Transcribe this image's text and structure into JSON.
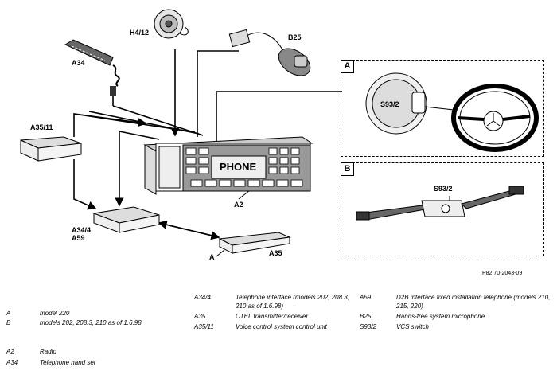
{
  "diagram": {
    "labels": {
      "h4_12": "H4/12",
      "b25": "B25",
      "a34": "A34",
      "a35_11": "A35/11",
      "a34_4": "A34/4",
      "a59": "A59",
      "a2": "A2",
      "a": "A",
      "a35": "A35",
      "s93_2_a": "S93/2",
      "s93_2_b": "S93/2",
      "panel_a": "A",
      "panel_b": "B",
      "display": "PHONE"
    },
    "reference": "P82.70-2043-09"
  },
  "legend": {
    "col1": [
      {
        "key": "A",
        "value": "model 220"
      },
      {
        "key": "B",
        "value": "models 202, 208.3, 210 as of 1.6.98"
      },
      {
        "key": "A2",
        "value": "Radio"
      },
      {
        "key": "A34",
        "value": "Telephone hand set"
      }
    ],
    "col2": [
      {
        "key": "A34/4",
        "value": "Telephone interface (models 202, 208.3, 210 as of 1.6.98)"
      },
      {
        "key": "A35",
        "value": "CTEL transmitter/receiver"
      },
      {
        "key": "A35/11",
        "value": "Voice control system control unit"
      }
    ],
    "col3": [
      {
        "key": "A59",
        "value": "D2B interface fixed installation telephone (models 210, 215, 220)"
      },
      {
        "key": "B25",
        "value": "Hands-free system microphone"
      },
      {
        "key": "S93/2",
        "value": "VCS switch"
      }
    ]
  }
}
